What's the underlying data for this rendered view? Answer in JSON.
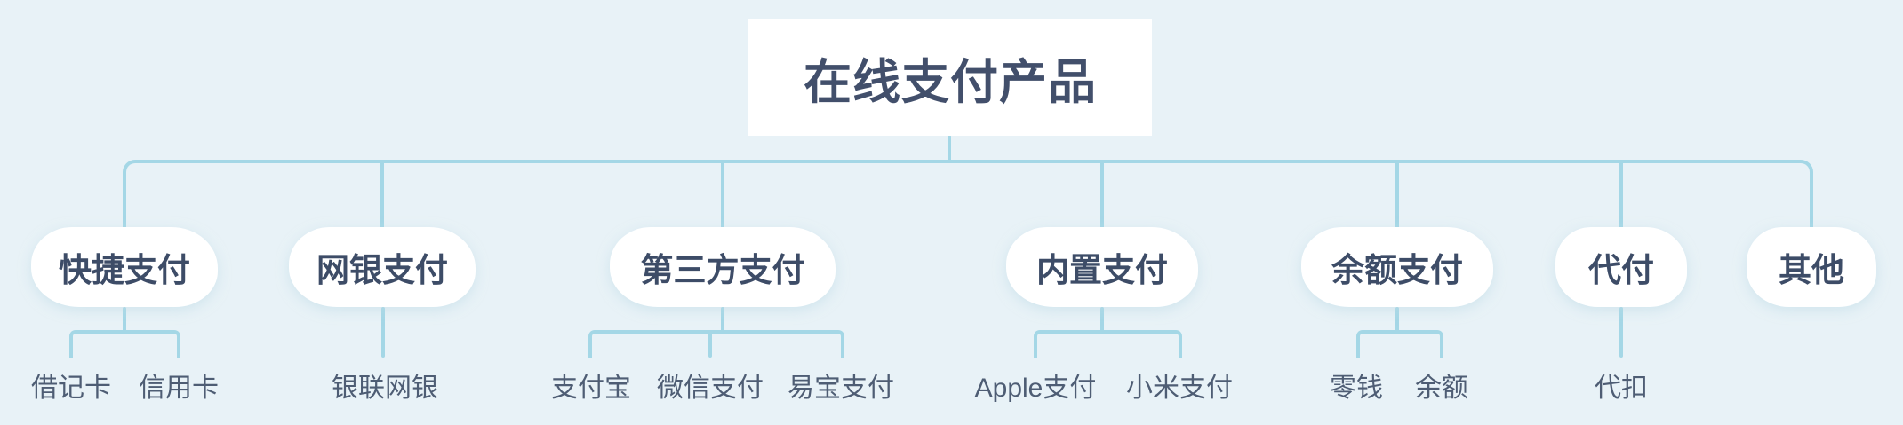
{
  "diagram": {
    "title": "在线支付产品",
    "branches": [
      {
        "label": "快捷支付",
        "children": [
          "借记卡",
          "信用卡"
        ]
      },
      {
        "label": "网银支付",
        "children": [
          "银联网银"
        ]
      },
      {
        "label": "第三方支付",
        "children": [
          "支付宝",
          "微信支付",
          "易宝支付"
        ]
      },
      {
        "label": "内置支付",
        "children": [
          "Apple支付",
          "小米支付"
        ]
      },
      {
        "label": "余额支付",
        "children": [
          "零钱",
          "余额"
        ]
      },
      {
        "label": "代付",
        "children": [
          "代扣"
        ]
      },
      {
        "label": "其他",
        "children": []
      }
    ],
    "colors": {
      "background": "#e8f2f7",
      "connector": "#a4d7e6",
      "node_background": "#ffffff",
      "root_text": "#424f6b",
      "branch_text": "#3d4c67",
      "leaf_text": "#4e5d74"
    }
  }
}
